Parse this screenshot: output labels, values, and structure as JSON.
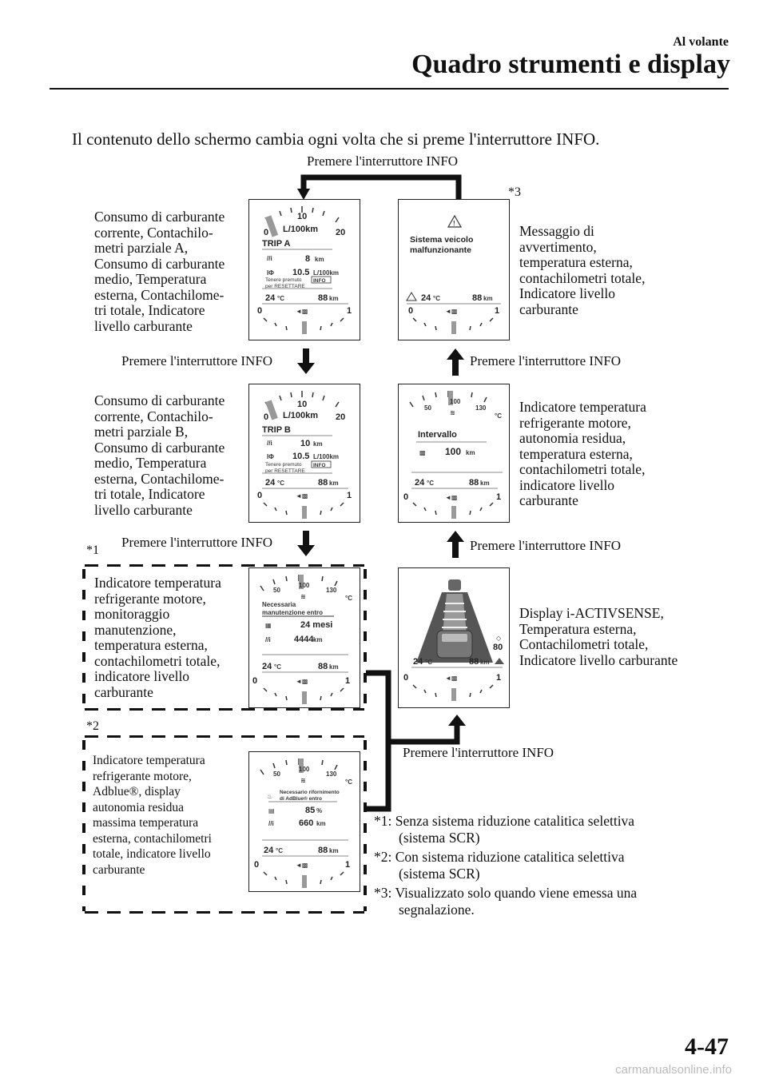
{
  "header": {
    "section": "Al volante",
    "chapter": "Quadro strumenti e display"
  },
  "intro": "Il contenuto dello schermo cambia ogni volta che si preme l'interruttore INFO.",
  "press_label": "Premere l'interruttore INFO",
  "markers": {
    "s1": "*1",
    "s2": "*2",
    "s3": "*3"
  },
  "descriptions": {
    "trip_a": [
      "Consumo di carburante",
      "corrente, Contachilo-",
      "metri parziale A,",
      "Consumo di carburante",
      "medio, Temperatura",
      "esterna, Contachilome-",
      "tri totale, Indicatore",
      "livello carburante"
    ],
    "trip_b": [
      "Consumo di carburante",
      "corrente, Contachilo-",
      "metri parziale B,",
      "Consumo di carburante",
      "medio, Temperatura",
      "esterna, Contachilome-",
      "tri totale, Indicatore",
      "livello carburante"
    ],
    "warning": [
      "Messaggio di",
      "avvertimento,",
      "temperatura esterna,",
      "contachilometri totale,",
      "Indicatore livello",
      "carburante"
    ],
    "range": [
      "Indicatore temperatura",
      "refrigerante motore,",
      "autonomia residua,",
      "temperatura esterna,",
      "contachilometri totale,",
      "indicatore livello",
      "carburante"
    ],
    "maintenance": [
      "Indicatore temperatura",
      "refrigerante motore,",
      "monitoraggio",
      "manutenzione,",
      "temperatura esterna,",
      "contachilometri totale,",
      "indicatore livello",
      "carburante"
    ],
    "activsense": [
      "Display i-ACTIVSENSE,",
      "Temperatura esterna,",
      "Contachilometri totale,",
      "Indicatore livello carburante"
    ],
    "adblue": [
      "Indicatore temperatura",
      "refrigerante motore,",
      "Adblue®, display",
      "autonomia residua",
      "massima temperatura",
      "esterna, contachilometri",
      "totale, indicatore livello",
      "carburante"
    ]
  },
  "notes": [
    {
      "mark": "*1:",
      "text": "Senza sistema riduzione catalitica selettiva",
      "cont": "(sistema SCR)"
    },
    {
      "mark": "*2:",
      "text": "Con sistema riduzione catalitica selettiva",
      "cont": "(sistema SCR)"
    },
    {
      "mark": "*3:",
      "text": "Visualizzato solo quando viene emessa una",
      "cont": "segnalazione."
    }
  ],
  "screens": {
    "common": {
      "temp": "24",
      "temp_unit": "°C",
      "odo": "88",
      "odo_unit": "km",
      "gauge_lo": "0",
      "gauge_hi": "1"
    },
    "trip_a": {
      "scale_0": "0",
      "scale_10": "10",
      "scale_20": "20",
      "unit": "L/100km",
      "trip": "TRIP A",
      "dist": "8",
      "dist_unit": "km",
      "avg": "10.5",
      "avg_unit": "L/100km",
      "hint1": "Tenere premuto",
      "hint2": "per RESETTARE",
      "info": "INFO"
    },
    "trip_b": {
      "scale_0": "0",
      "scale_10": "10",
      "scale_20": "20",
      "unit": "L/100km",
      "trip": "TRIP B",
      "dist": "10",
      "dist_unit": "km",
      "avg": "10.5",
      "avg_unit": "L/100km",
      "hint1": "Tenere premuto",
      "hint2": "per RESETTARE",
      "info": "INFO"
    },
    "warning": {
      "msg1": "Sistema veicolo",
      "msg2": "malfunzionante"
    },
    "range": {
      "c50": "50",
      "c100": "100",
      "c130": "130",
      "cunit": "°C",
      "title": "Intervallo",
      "value": "100",
      "unit": "km"
    },
    "maintenance": {
      "c50": "50",
      "c100": "100",
      "c130": "130",
      "cunit": "°C",
      "title1": "Necessaria",
      "title2": "manutenzione entro",
      "months": "24 mesi",
      "dist": "4444",
      "dist_unit": "km"
    },
    "activsense": {
      "speed": "80"
    },
    "adblue": {
      "c50": "50",
      "c100": "100",
      "c130": "130",
      "cunit": "°C",
      "title1": "Necessario rifornimento",
      "title2": "di AdBlue® entro",
      "pct": "85",
      "pct_unit": "%",
      "dist": "660",
      "dist_unit": "km"
    }
  },
  "page_number": "4-47",
  "watermark": "carmanualsonline.info"
}
